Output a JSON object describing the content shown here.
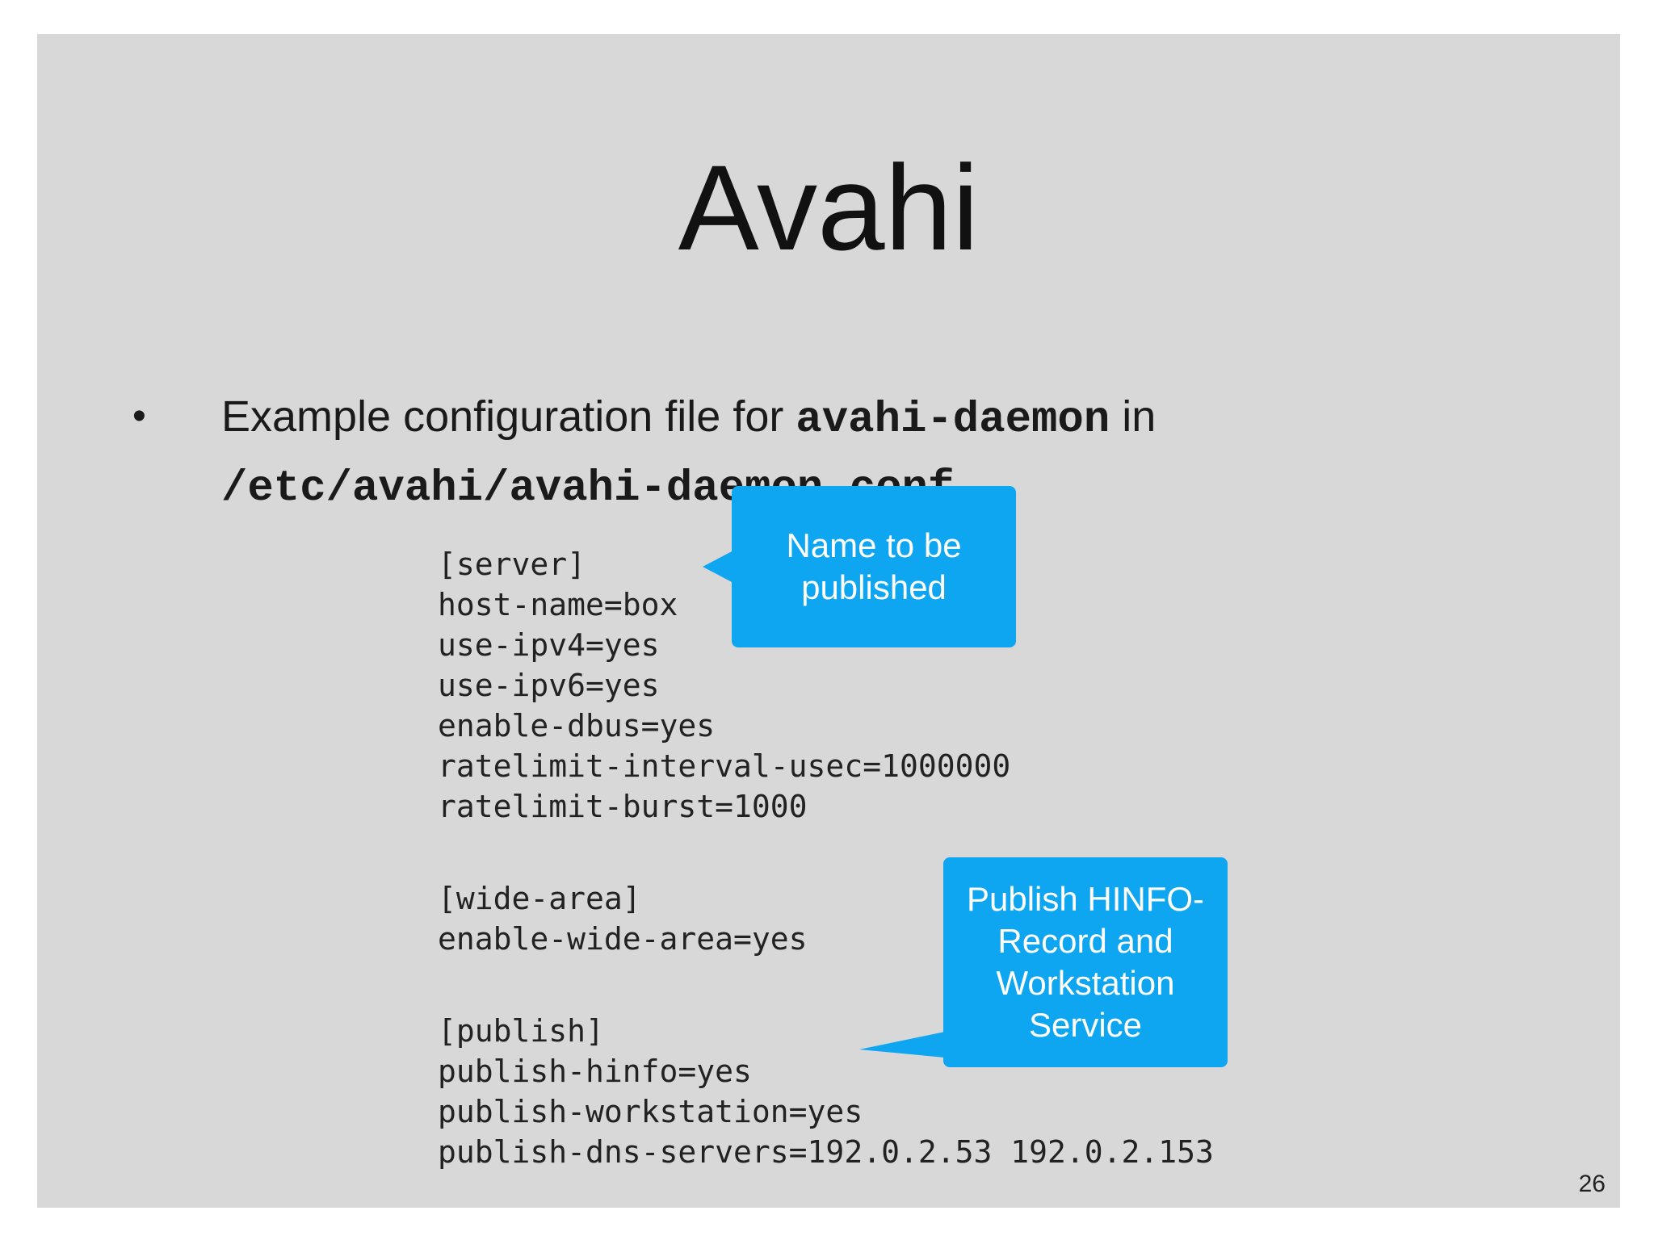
{
  "slide": {
    "title": "Avahi",
    "bullet": {
      "marker": "•",
      "text_before": "Example configuration file for ",
      "code_1": "avahi-daemon",
      "text_middle": " in",
      "code_2": "/etc/avahi/avahi-daemon.conf"
    },
    "config_lines": {
      "server": [
        "[server]",
        "host-name=box",
        "use-ipv4=yes",
        "use-ipv6=yes",
        "enable-dbus=yes",
        "ratelimit-interval-usec=1000000",
        "ratelimit-burst=1000"
      ],
      "wide_area": [
        "[wide-area]",
        "enable-wide-area=yes"
      ],
      "publish": [
        "[publish]",
        "publish-hinfo=yes",
        "publish-workstation=yes",
        "publish-dns-servers=192.0.2.53 192.0.2.153"
      ]
    },
    "callouts": {
      "name": "Name to be published",
      "hinfo": "Publish HINFO-Record and Workstation Service",
      "color": "#0ea5f1"
    },
    "page_number": "26"
  }
}
